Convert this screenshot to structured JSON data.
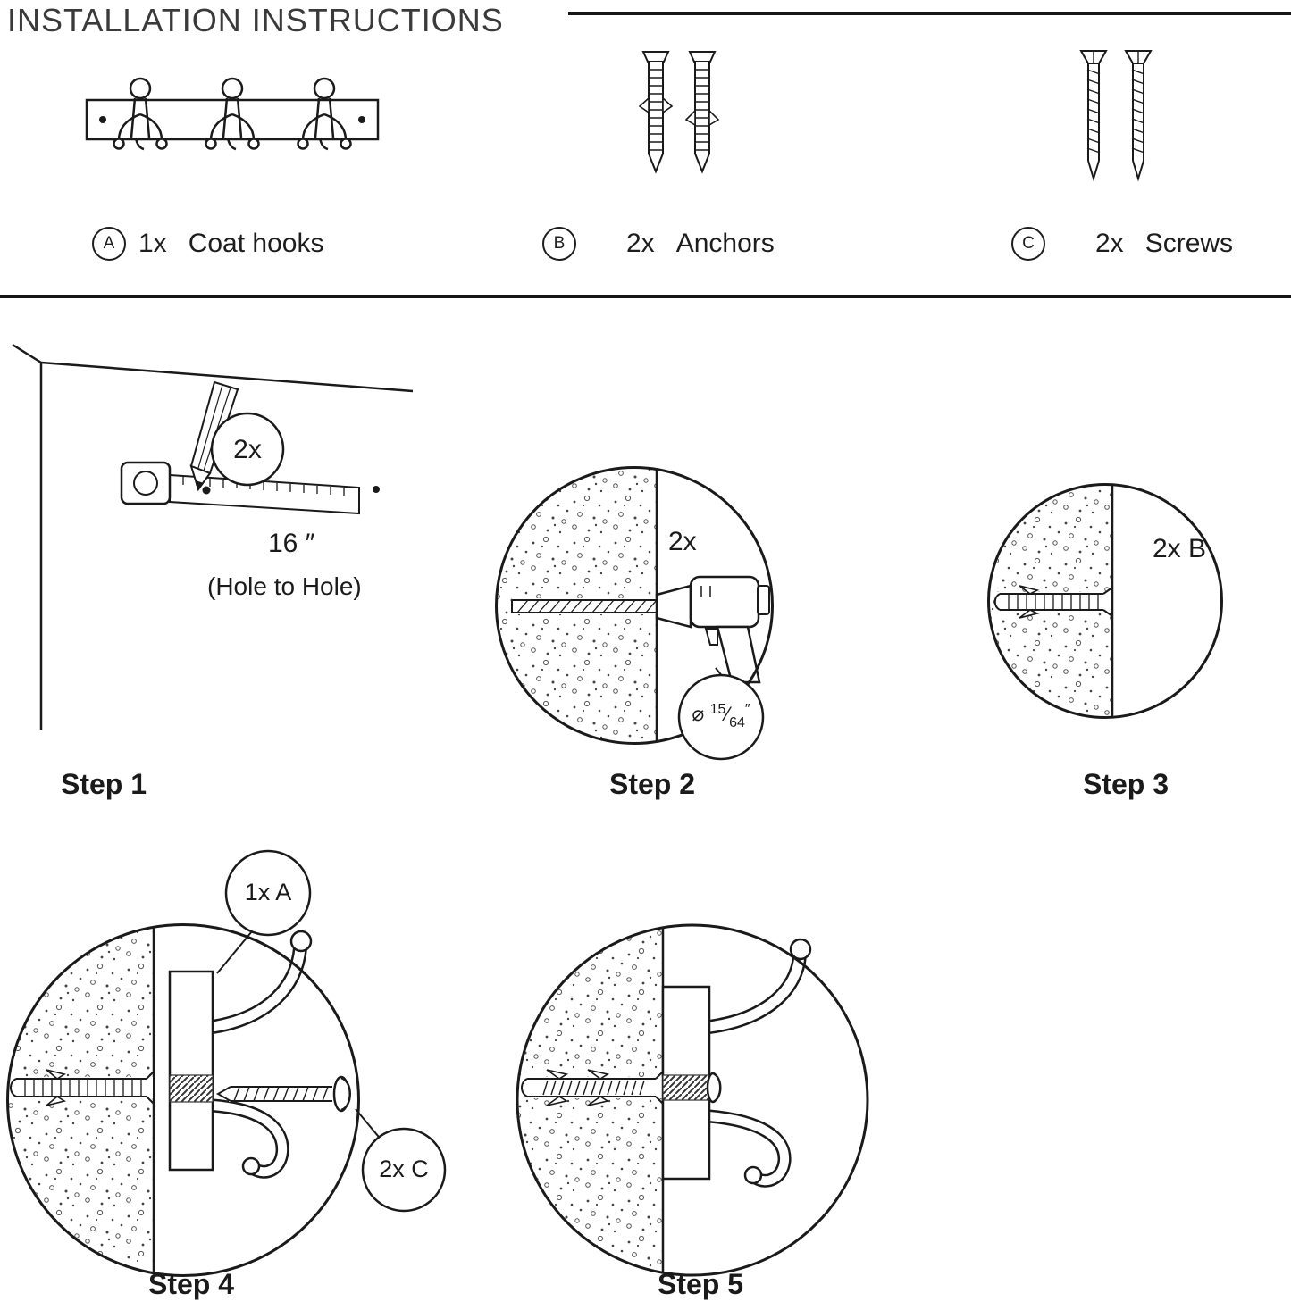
{
  "title": "INSTALLATION INSTRUCTIONS",
  "parts": {
    "a": {
      "letter": "A",
      "qty": "1x",
      "name": "Coat hooks"
    },
    "b": {
      "letter": "B",
      "qty": "2x",
      "name": "Anchors"
    },
    "c": {
      "letter": "C",
      "qty": "2x",
      "name": "Screws"
    }
  },
  "step1": {
    "label": "Step 1",
    "qty_mark": "2x",
    "distance": "16 ″",
    "note": "(Hole to Hole)"
  },
  "step2": {
    "label": "Step 2",
    "qty_mark": "2x",
    "dia_symbol": "⌀ ",
    "dia_num": "15",
    "dia_den": "64",
    "dia_slash": "⁄",
    "dia_unit": "″"
  },
  "step3": {
    "label": "Step 3",
    "qty_mark": "2x B"
  },
  "step4": {
    "label": "Step 4",
    "callout_hooks": "1x A",
    "callout_screws": "2x C"
  },
  "step5": {
    "label": "Step 5"
  },
  "colors": {
    "ink": "#1a1a1a"
  }
}
